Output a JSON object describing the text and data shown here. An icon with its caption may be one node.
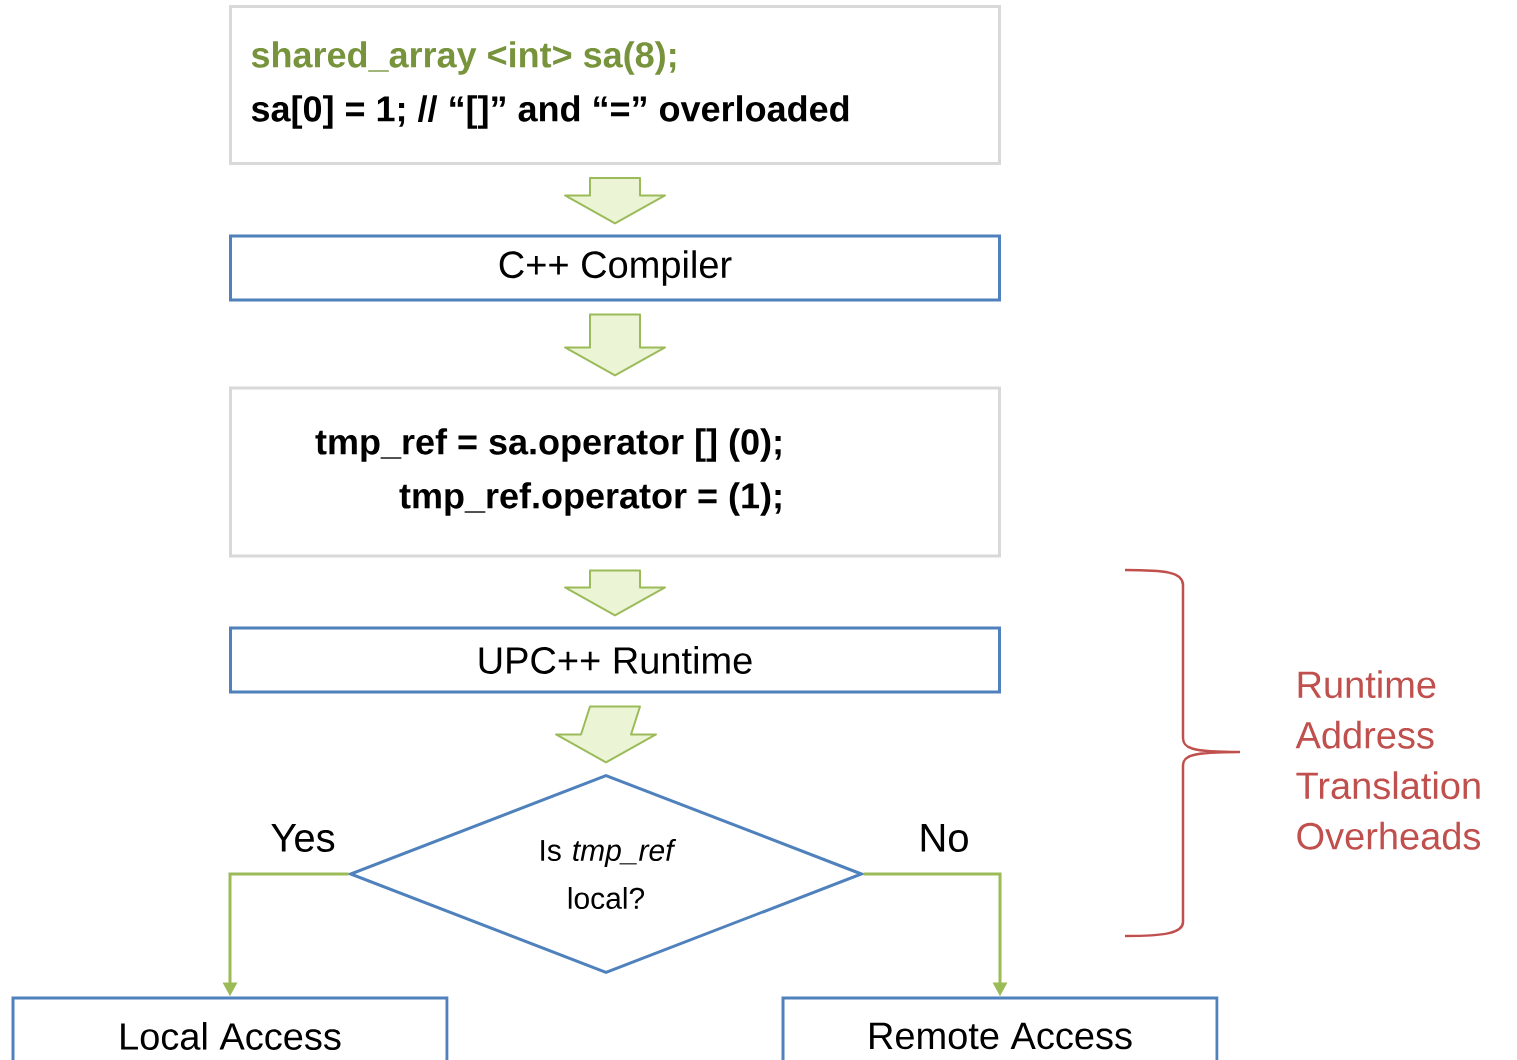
{
  "diagram": {
    "nodes": [
      {
        "text": [
          "shared_array <int> sa(8);",
          "sa[0] = 1;  // “[]” and “=” overloaded"
        ]
      },
      {
        "text": [
          "C++ Compiler"
        ]
      },
      {
        "text": [
          "tmp_ref = sa.operator [] (0);",
          "tmp_ref.operator = (1);"
        ]
      },
      {
        "text": [
          "UPC++ Runtime"
        ]
      },
      {
        "text": [
          "Is *tmp_ref* local?"
        ]
      },
      {
        "text": [
          "Local Access"
        ]
      },
      {
        "text": [
          "Remote Access"
        ]
      }
    ],
    "edges": [
      {
        "from": 0,
        "to": 1,
        "arrow": "to"
      },
      {
        "from": 1,
        "to": 2,
        "arrow": "to"
      },
      {
        "from": 2,
        "to": 3,
        "arrow": "to"
      },
      {
        "from": 3,
        "to": 4,
        "arrow": "to"
      },
      {
        "from": 4,
        "to": 5,
        "arrow": "to",
        "label": "Yes"
      },
      {
        "from": 4,
        "to": 6,
        "arrow": "to",
        "label": "No"
      }
    ],
    "labels": [
      "Runtime Address Translation Overheads"
    ]
  }
}
